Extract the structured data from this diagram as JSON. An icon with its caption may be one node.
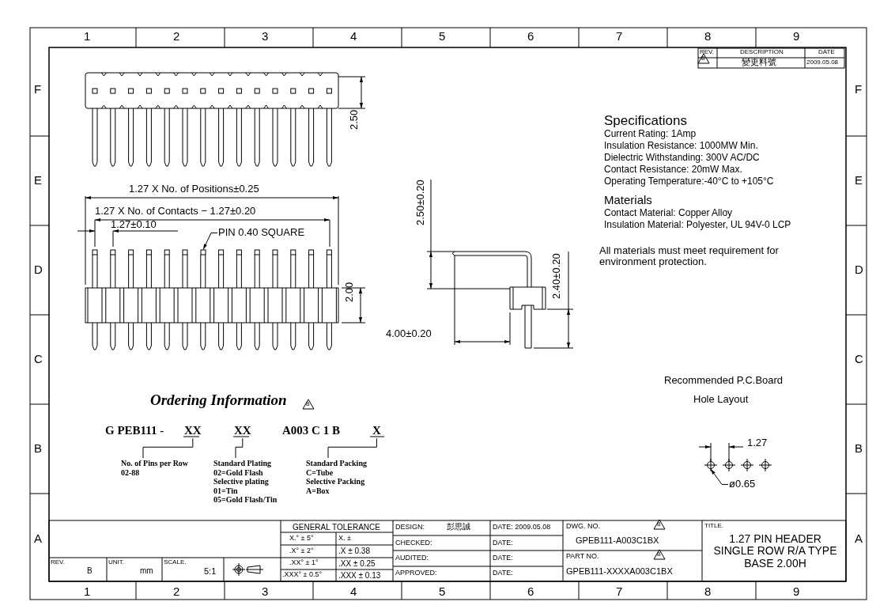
{
  "diagram": {
    "nodes": [
      {
        "text": [
          "XX"
        ]
      },
      {
        "text": [
          "XX"
        ]
      },
      {
        "text": [
          "X"
        ]
      },
      {
        "text": [
          "No. of Pins per Row",
          "02-88"
        ]
      },
      {
        "text": [
          "Standard Plating",
          "02=Gold Flash",
          "Selective plating",
          "01=Tin",
          "05=Gold Flash/Tin"
        ]
      },
      {
        "text": [
          "Standard Packing",
          "C=Tube",
          "Selective Packing",
          "A=Box"
        ]
      },
      {
        "text": [
          "PIN 0.40 SQUARE"
        ]
      },
      {
        "text": [
          "ø0.65"
        ]
      },
      {
        "text": [],
        "shape": "box"
      },
      {
        "text": [],
        "shape": "circle"
      }
    ],
    "edges": [
      {
        "from": 0,
        "to": 3,
        "arrow": "none"
      },
      {
        "from": 1,
        "to": 4,
        "arrow": "none"
      },
      {
        "from": 2,
        "to": 5,
        "arrow": "none"
      },
      {
        "from": 6,
        "to": 8,
        "arrow": "to"
      },
      {
        "from": 7,
        "to": 9,
        "arrow": "to"
      }
    ],
    "labels": [
      "1",
      "2",
      "3",
      "4",
      "5",
      "6",
      "7",
      "8",
      "9",
      "F",
      "F",
      "E",
      "E",
      "D",
      "D",
      "C",
      "C",
      "B",
      "B",
      "A",
      "A",
      "REV.",
      "DESCRIPTION",
      "DATE",
      "B",
      "變更料號",
      "2009.05.08",
      "2.50",
      "Specifications",
      "Current Rating: 1Amp",
      "Insulation Resistance: 1000MW Min.",
      "Dielectric Withstanding: 300V AC/DC",
      "Contact Resistance: 20mW Max.",
      "Operating Temperature:-40°C to +105°C",
      "Materials",
      "Contact Material: Copper Alloy",
      "Insulation Material: Polyester, UL 94V-0 LCP",
      "All materials must meet requirement for environment protection.",
      "1.27 X No. of Positions±0.25",
      "1.27 X No. of Contacts − 1.27±0.20",
      "1.27±0.10",
      "2.00",
      "2.50±0.20",
      "2.40±0.20",
      "4.00±0.20",
      "Ordering Information",
      "B",
      "G PEB111 -",
      "A003 C 1 B",
      "Recommended P.C.Board",
      "Hole Layout",
      "1.27",
      "GENERAL TOLERANCE",
      "X.° ± 5°",
      "X. ±",
      ".X° ± 2°",
      ".X ± 0.38",
      ".XX° ± 1°",
      ".XX ± 0.25",
      ".XXX° ± 0.5°",
      ".XXX ± 0.13",
      "DESIGN:",
      "彭思誠",
      "DATE: 2009.05.08",
      "DWG. NO.",
      "B",
      "GPEB111-A003C1BX",
      "TITLE.",
      "1.27 PIN HEADER SINGLE ROW R/A TYPE BASE 2.00H",
      "CHECKED:",
      "DATE:",
      "PART NO.",
      "B",
      "GPEB111-XXXXA003C1BX",
      "AUDITED:",
      "DATE:",
      "REV.",
      "B",
      "UNIT.",
      "mm",
      "SCALE.",
      "5:1",
      "APPROVED:",
      "DATE:",
      "1",
      "2",
      "3",
      "4",
      "5",
      "6",
      "7",
      "8",
      "9"
    ]
  }
}
